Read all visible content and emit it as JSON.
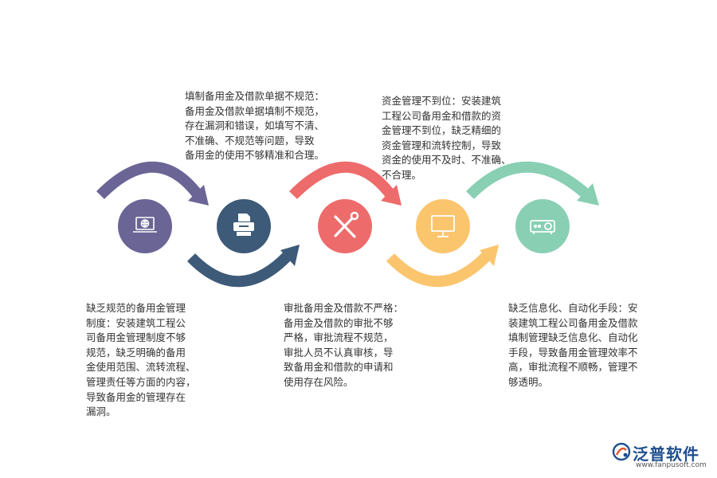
{
  "colors": {
    "purple": "#6b6596",
    "navy": "#3d5a78",
    "red": "#ee6b6b",
    "yellow": "#fbc56e",
    "teal": "#89cfb3",
    "text": "#333333",
    "brand": "#1e4f8f"
  },
  "nodes": [
    {
      "id": "n1",
      "icon": "laptop-globe-icon",
      "color": "#6b6596"
    },
    {
      "id": "n2",
      "icon": "printer-icon",
      "color": "#3d5a78"
    },
    {
      "id": "n3",
      "icon": "wrench-screwdriver-icon",
      "color": "#ee6b6b"
    },
    {
      "id": "n4",
      "icon": "monitor-icon",
      "color": "#fbc56e"
    },
    {
      "id": "n5",
      "icon": "projector-icon",
      "color": "#89cfb3"
    }
  ],
  "texts": {
    "t1": "填制备用金及借款单据不规范：\n备用金及借款单据填制不规范，\n存在漏洞和错误，如填写不清、\n不准确、不规范等问题，导致\n备用金的使用不够精准和合理。",
    "t2": "资金管理不到位：安装建筑\n工程公司备用金和借款的资\n金管理不到位，缺乏精细的\n资金管理和流转控制，导致\n资金的使用不及时、不准确、\n不合理。",
    "t3": "缺乏规范的备用金管理\n制度：安装建筑工程公\n司备用金管理制度不够\n规范，缺乏明确的备用\n金使用范围、流转流程、\n管理责任等方面的内容，\n导致备用金的管理存在\n漏洞。",
    "t4": "审批备用金及借款不严格：\n备用金及借款的审批不够\n严格，审批流程不规范，\n审批人员不认真审核，导\n致备用金和借款的申请和\n使用存在风险。",
    "t5": "缺乏信息化、自动化手段：安\n装建筑工程公司备用金及借款\n填制管理缺乏信息化、自动化\n手段，导致备用金管理效率不\n高，审批流程不顺畅，管理不\n够透明。"
  },
  "logo": {
    "name": "泛普软件",
    "url": "www.fanpusoft.com"
  }
}
